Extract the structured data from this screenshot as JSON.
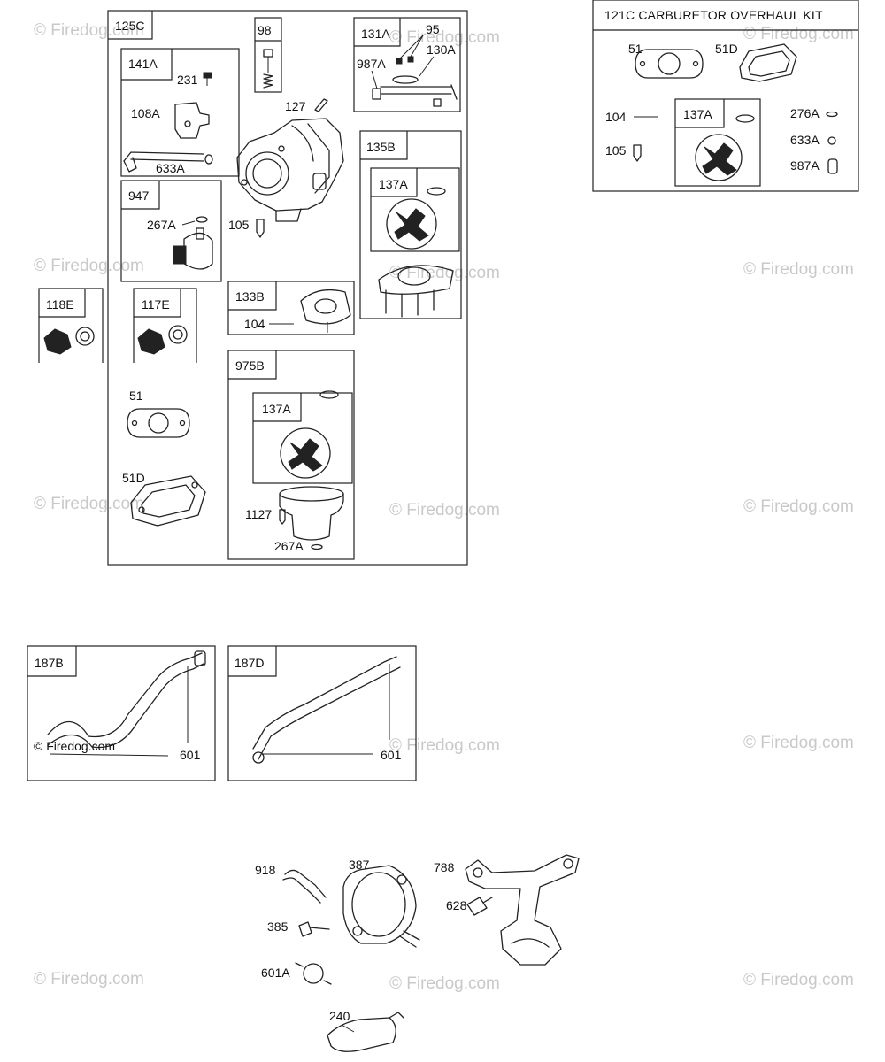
{
  "watermark": "© Firedog.com",
  "groups": {
    "g125C": "125C",
    "g141A": "141A",
    "g947": "947",
    "g98": "98",
    "g131A": "131A",
    "g135B": "135B",
    "g137A_a": "137A",
    "g133B": "133B",
    "g975B": "975B",
    "g137A_b": "137A",
    "g118E": "118E",
    "g117E": "117E",
    "g121C": "121C CARBURETOR OVERHAUL KIT",
    "g137A_c": "137A",
    "g187B": "187B",
    "g187D": "187D"
  },
  "labels": {
    "p231": "231",
    "p108A": "108A",
    "p633A_a": "633A",
    "p267A_a": "267A",
    "p105_a": "105",
    "p127": "127",
    "p95": "95",
    "p987A_a": "987A",
    "p130A": "130A",
    "p104_a": "104",
    "p1127": "1127",
    "p267A_b": "267A",
    "p51_a": "51",
    "p51D_a": "51D",
    "p51_b": "51",
    "p51D_b": "51D",
    "p104_b": "104",
    "p105_b": "105",
    "p276A": "276A",
    "p633A_b": "633A",
    "p987A_b": "987A",
    "p601_a": "601",
    "p601_b": "601",
    "p918": "918",
    "p387": "387",
    "p788": "788",
    "p628": "628",
    "p385": "385",
    "p601A": "601A",
    "p240": "240"
  }
}
